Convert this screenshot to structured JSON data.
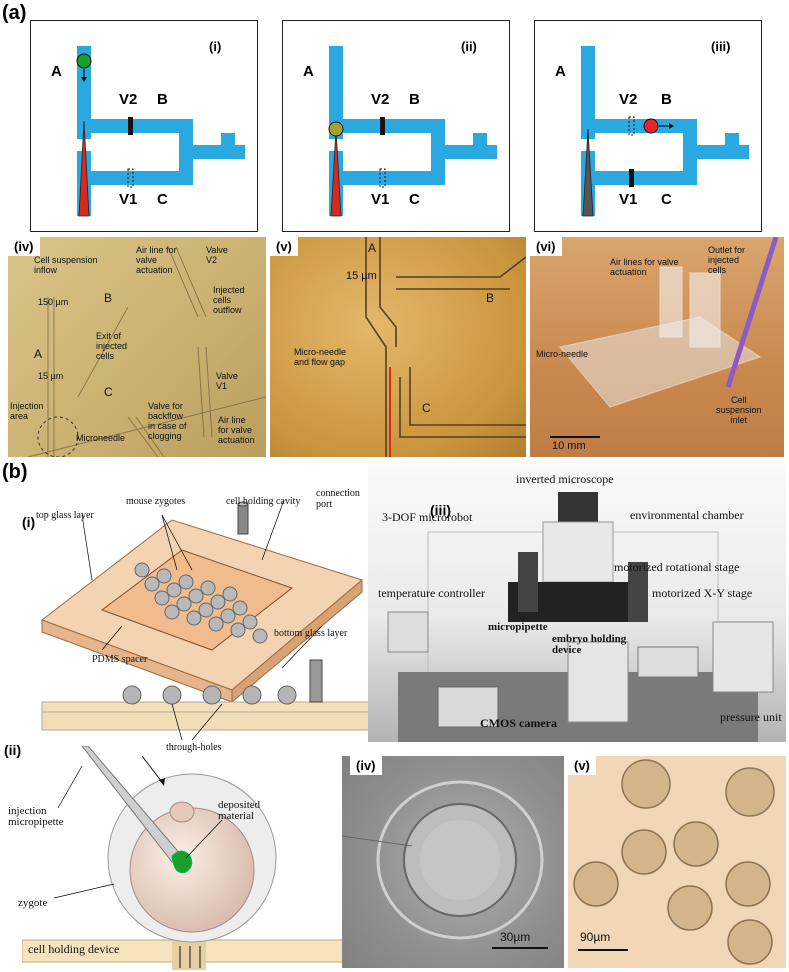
{
  "part_a": {
    "label": "(a)",
    "schematics": [
      {
        "tag": "(i)",
        "a": "A",
        "b": "B",
        "c": "C",
        "v1": "V1",
        "v2": "V2"
      },
      {
        "tag": "(ii)",
        "a": "A",
        "b": "B",
        "c": "C",
        "v1": "V1",
        "v2": "V2"
      },
      {
        "tag": "(iii)",
        "a": "A",
        "b": "B",
        "c": "C",
        "v1": "V1",
        "v2": "V2"
      }
    ],
    "photo_iv": {
      "tag": "(iv)",
      "labels": [
        "Cell suspension\ninflow",
        "Air line for\nvalve\nactuation",
        "Valve\nV2",
        "Injected\ncells\noutflow",
        "150 µm",
        "B",
        "Exit of\ninjected\ncells",
        "A",
        "15 µm",
        "C",
        "Valve\nV1",
        "Valve for\nbackflow\nin case of\nclogging",
        "Air line\nfor valve\nactuation",
        "Injection\narea",
        "Microneedle"
      ]
    },
    "photo_v": {
      "tag": "(v)",
      "labels": [
        "A",
        "B",
        "15 µm",
        "Micro-needle\nand flow gap",
        "C"
      ]
    },
    "photo_vi": {
      "tag": "(vi)",
      "labels": [
        "Air lines for valve\nactuation",
        "Outlet for\ninjected\ncells",
        "Micro-needle",
        "Cell\nsuspension\ninlet",
        "10 mm"
      ]
    }
  },
  "part_b": {
    "label": "(b)",
    "device": {
      "tag": "(i)",
      "labels": [
        "mouse zygotes",
        "cell holding cavity",
        "connection\nport",
        "top glass layer",
        "PDMS spacer",
        "bottom glass layer",
        "through-holes"
      ]
    },
    "setup": {
      "tag": "(iii)",
      "labels": [
        "inverted microscope",
        "3-DOF microrobot",
        "environmental chamber",
        "motorized rotational stage",
        "temperature controller",
        "motorized X-Y stage",
        "micropipette",
        "embryo holding\ndevice",
        "CMOS camera",
        "pressure unit"
      ]
    },
    "injection": {
      "tag": "(ii)",
      "labels": [
        "injection\nmicropipette",
        "deposited\nmaterial",
        "zygote",
        "cell holding device"
      ]
    },
    "photo_iv": {
      "tag": "(iv)",
      "scale": "30µm"
    },
    "photo_v": {
      "tag": "(v)",
      "scale": "90µm"
    }
  },
  "colors": {
    "channel": "#29a9e0",
    "needle": "#d52b1e",
    "cell_green": "#1a9e2e",
    "cell_red": "#e8232a",
    "photo_gold": "#d3b877",
    "wood": "#f1d7b5"
  }
}
